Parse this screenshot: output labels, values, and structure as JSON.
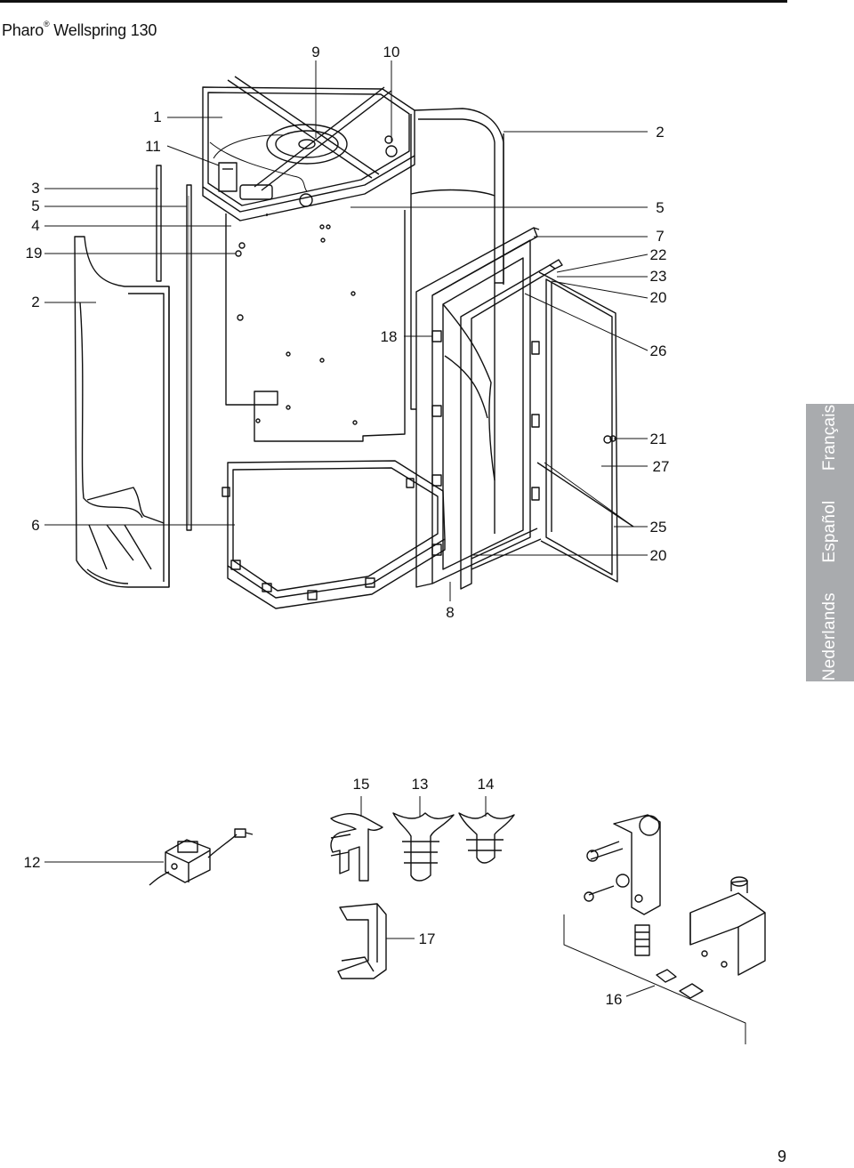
{
  "header": {
    "title_brand": "Pharo",
    "title_mark": "®",
    "title_model": "Wellspring 130"
  },
  "side_tab": {
    "languages": [
      "Nederlands",
      "Español",
      "Français"
    ]
  },
  "page_number": "9",
  "callouts": {
    "c1": "1",
    "c2a": "2",
    "c2b": "2",
    "c3": "3",
    "c4": "4",
    "c5a": "5",
    "c5b": "5",
    "c6": "6",
    "c7": "7",
    "c8": "8",
    "c9": "9",
    "c10": "10",
    "c11": "11",
    "c12": "12",
    "c13": "13",
    "c14": "14",
    "c15": "15",
    "c16": "16",
    "c17": "17",
    "c18": "18",
    "c19": "19",
    "c20a": "20",
    "c20b": "20",
    "c21": "21",
    "c22": "22",
    "c23": "23",
    "c25": "25",
    "c26": "26",
    "c27": "27"
  }
}
